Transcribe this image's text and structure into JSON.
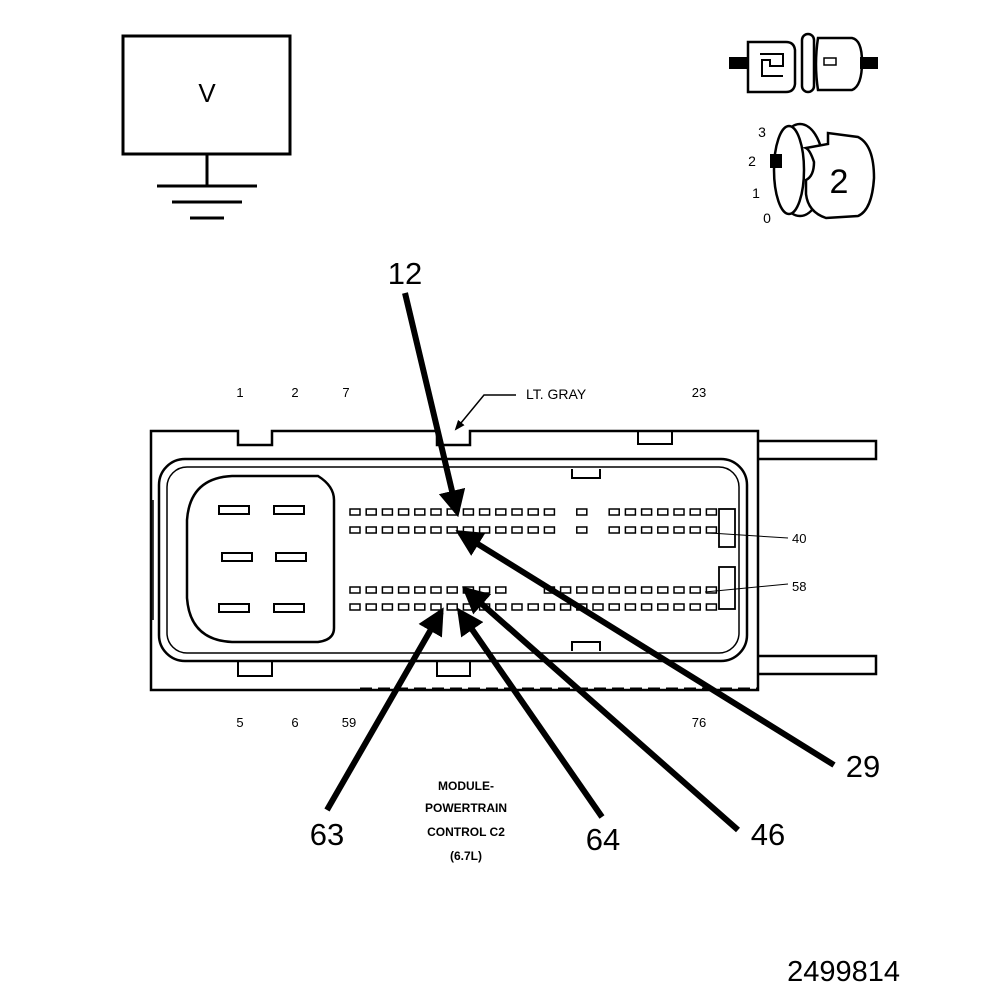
{
  "meter": {
    "label": "V"
  },
  "switch_positions": [
    "3",
    "2",
    "1",
    "0"
  ],
  "switch_setting": "2",
  "connector": {
    "color_label": "LT. GRAY",
    "top_pin_labels": [
      "1",
      "2",
      "7",
      "23"
    ],
    "bottom_pin_labels": [
      "5",
      "6",
      "59",
      "76"
    ],
    "side_pin_labels": [
      "40",
      "58"
    ]
  },
  "callouts": [
    "12",
    "29",
    "46",
    "63",
    "64"
  ],
  "module_title": [
    "MODULE-",
    "POWERTRAIN",
    "CONTROL C2",
    "(6.7L)"
  ],
  "figure_id": "2499814"
}
